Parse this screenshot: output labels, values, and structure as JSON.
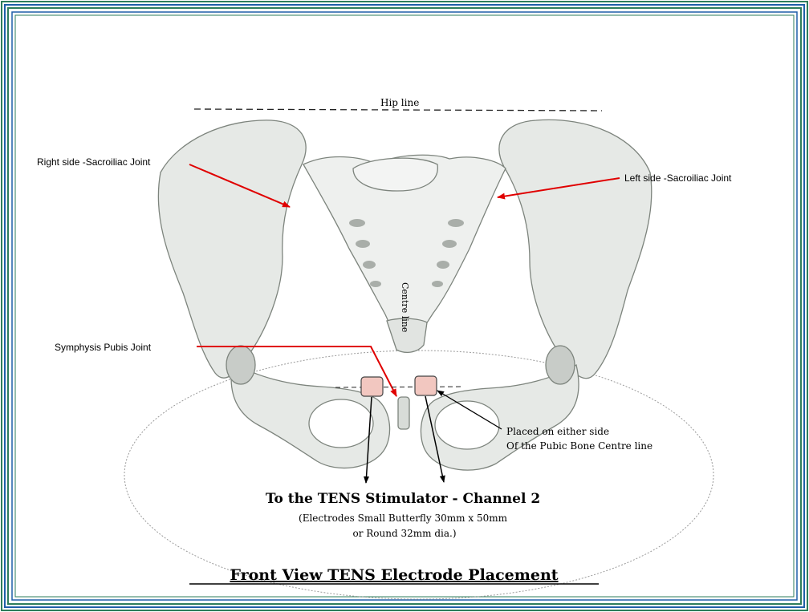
{
  "labels": {
    "hip_line": "Hip line",
    "right_si_joint": "Right side -Sacroiliac Joint",
    "left_si_joint": "Left side -Sacroiliac Joint",
    "symphysis_pubis": "Symphysis Pubis Joint",
    "centre_line": "Centre line",
    "placement_note_1": "Placed on either side",
    "placement_note_2": "Of the Pubic Bone Centre line",
    "stimulator": "To the TENS Stimulator - Channel 2",
    "electrodes_1": "(Electrodes  Small Butterfly 30mm x 50mm",
    "electrodes_2": "or  Round  32mm dia.)",
    "title": "Front View TENS Electrode Placement"
  },
  "colors": {
    "frame_outer": "#2e7d5b",
    "frame_inner": "#1f5fa8",
    "arrow_red": "#e00000",
    "electrode_fill": "#f2c7c0",
    "bone_shade": "#e6e9e6"
  }
}
